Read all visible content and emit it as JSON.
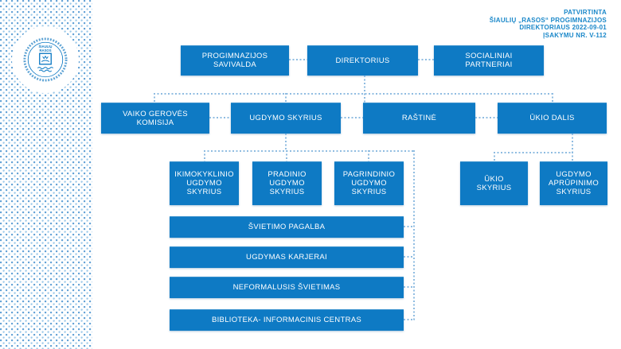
{
  "approval": {
    "line1": "PATVIRTINTA",
    "line2": "ŠIAULIŲ „RASOS“ PROGIMNAZIJOS",
    "line3": "DIREKTORIAUS 2022-09-01",
    "line4": "ĮSAKYMU NR. V-112"
  },
  "logo": {
    "top_text": "ŠIAULIŲ",
    "bottom_text": "RASOS"
  },
  "org": {
    "savivalda": "PROGIMNAZIJOS\nSAVIVALDA",
    "direktorius": "DIREKTORIUS",
    "partneriai": "SOCIALINIAI\nPARTNERIAI",
    "vaiko_geroves": "VAIKO GEROVĖS\nKOMISIJA",
    "ugdymo_skyrius": "UGDYMO SKYRIUS",
    "rastine": "RAŠTINĖ",
    "ukio_dalis": "ŪKIO DALIS",
    "ikimokyklinio": "IKIMOKYKLINIO\nUGDYMO\nSKYRIUS",
    "pradinio": "PRADINIO\nUGDYMO\nSKYRIUS",
    "pagrindinio": "PAGRINDINIO\nUGDYMO\nSKYRIUS",
    "ukio_skyrius": "ŪKIO\nSKYRIUS",
    "ugdymo_aprupinimo": "UGDYMO\nAPRŪPINIMO\nSKYRIUS",
    "svietimo_pagalba": "ŠVIETIMO PAGALBA",
    "ugdymas_karjerai": "UGDYMAS KARJERAI",
    "neformalusis": "NEFORMALUSIS ŠVIETIMAS",
    "biblioteka": "BIBLIOTEKA- INFORMACINIS CENTRAS"
  },
  "colors": {
    "box_blue": "#0e7ac4",
    "connector_blue": "#8fbce1",
    "heading_blue": "#1987c9"
  }
}
